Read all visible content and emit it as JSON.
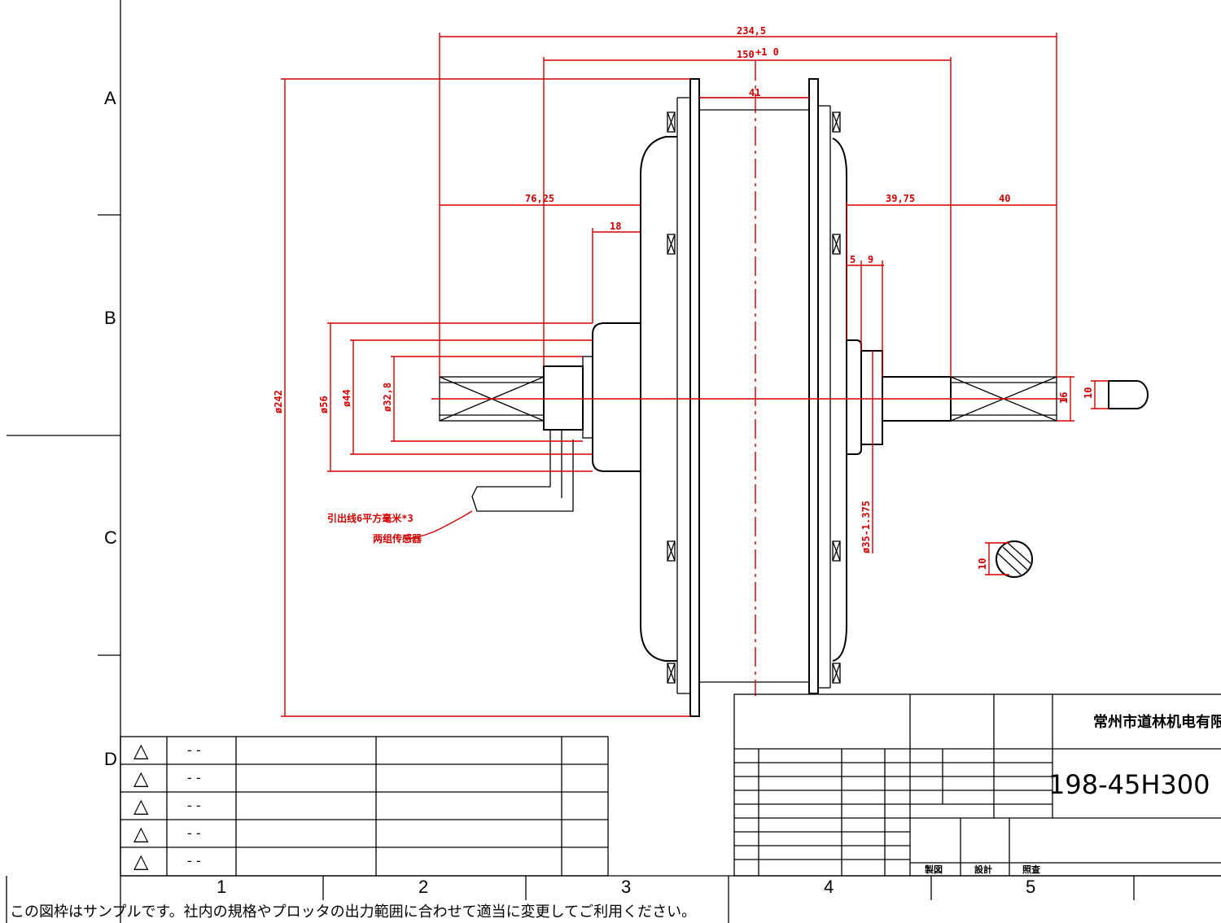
{
  "zones": {
    "rows": [
      "A",
      "B",
      "C",
      "D"
    ],
    "columns": [
      "1",
      "2",
      "3",
      "4",
      "5"
    ]
  },
  "dimensions": {
    "overall_length": "234,5",
    "flange_span": "150",
    "flange_span_tol": "+1\n0",
    "hub_width": "41",
    "left_axle_len": "76,25",
    "left_step": "18",
    "right_axle_len": "39,75",
    "right_end": "40",
    "step_a": "5",
    "step_b": "9",
    "dia_flange": "ø242",
    "dia_56": "ø56",
    "dia_44": "ø44",
    "dia_32_8": "ø32,8",
    "axle_16": "16",
    "axle_10": "10",
    "dia_35": "ø35-1.375",
    "flat_10": "10"
  },
  "annotations": {
    "cable_note_1": "引出线6平方毫米*3",
    "cable_note_2": "两组传感器"
  },
  "revision_table": {
    "symbol": "△",
    "rows": [
      {
        "mark": "- -"
      },
      {
        "mark": "- -"
      },
      {
        "mark": "- -"
      },
      {
        "mark": "- -"
      },
      {
        "mark": "- -"
      }
    ]
  },
  "title_block": {
    "company": "常州市道林机电有限公",
    "drawing_no": "198-45H300",
    "sig_labels": [
      "製図",
      "設計",
      "照査"
    ]
  },
  "footer_note": "この図枠はサンプルです。社内の規格やプロッタの出力範囲に合わせて適当に変更してご利用ください。"
}
